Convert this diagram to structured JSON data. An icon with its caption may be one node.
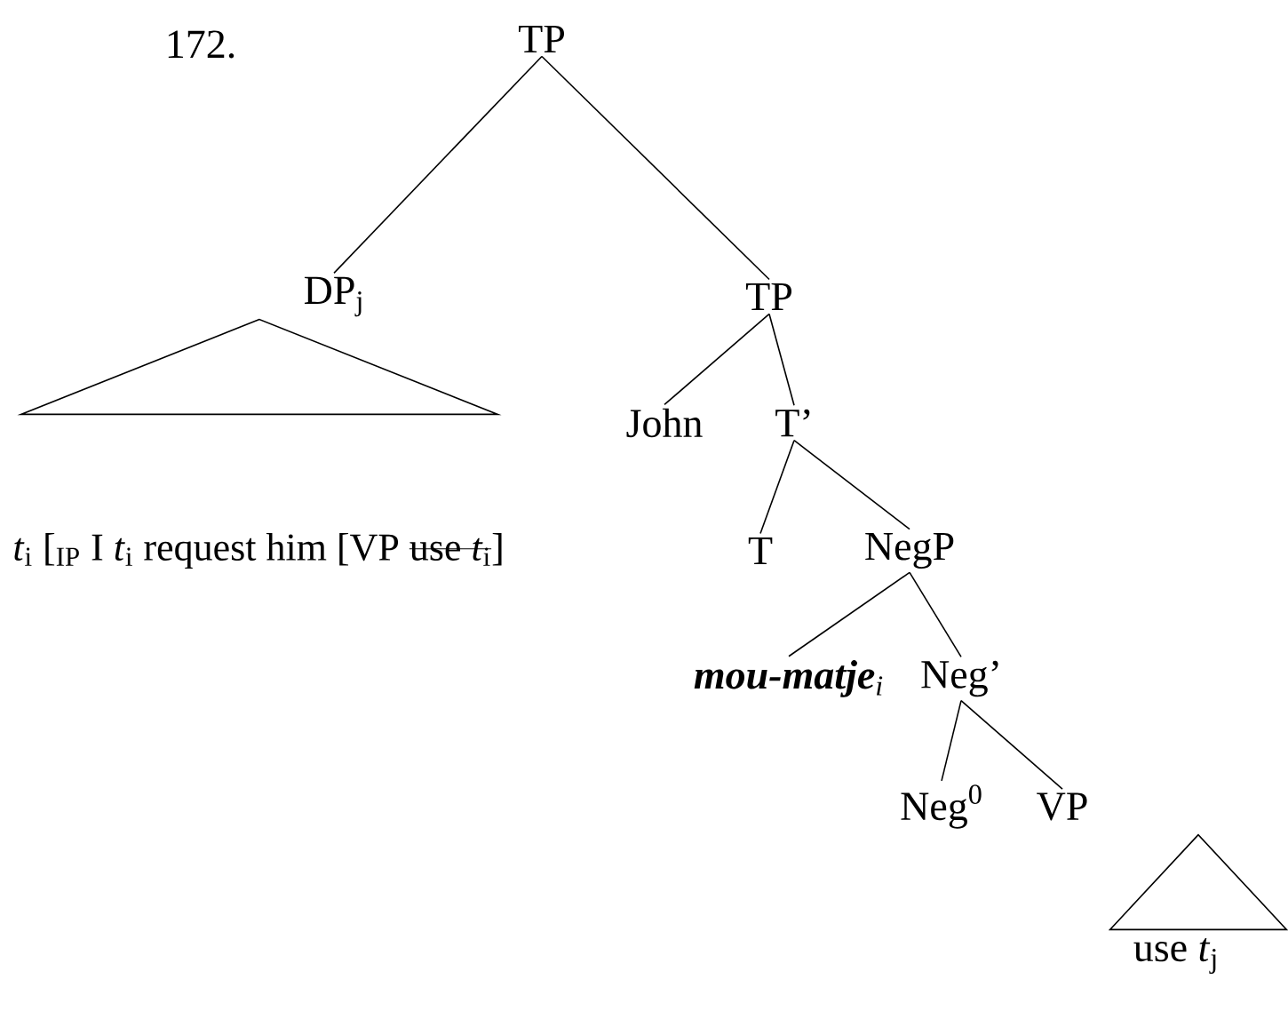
{
  "diagram": {
    "nodes": [
      {
        "text": [
          "TP"
        ]
      },
      {
        "text": [
          "DP$_{j}$"
        ]
      },
      {
        "text": [
          "TP"
        ]
      },
      {
        "text": [
          "John"
        ]
      },
      {
        "text": [
          "T’"
        ]
      },
      {
        "text": [
          "T"
        ]
      },
      {
        "text": [
          "NegP"
        ]
      },
      {
        "text": [
          "**mou-matje**$_{i}$"
        ]
      },
      {
        "text": [
          "Neg’"
        ]
      },
      {
        "text": [
          "Neg$^{0}$"
        ]
      },
      {
        "text": [
          "VP"
        ]
      },
      {
        "text": [
          "*t*$_{i}$ [$_{IP}$ I *t*$_{i}$ request him [VP",
          "use *t*$_{i}$",
          "]"
        ]
      },
      {
        "text": [
          "use *t*$_{j}$"
        ]
      },
      {
        "text": [],
        "shape": "triangle"
      },
      {
        "text": [],
        "shape": "triangle"
      }
    ],
    "edges": [
      {
        "from": 0,
        "to": 1,
        "arrow": "none"
      },
      {
        "from": 0,
        "to": 2,
        "arrow": "none"
      },
      {
        "from": 2,
        "to": 3,
        "arrow": "none"
      },
      {
        "from": 2,
        "to": 4,
        "arrow": "none"
      },
      {
        "from": 4,
        "to": 5,
        "arrow": "none"
      },
      {
        "from": 4,
        "to": 6,
        "arrow": "none"
      },
      {
        "from": 6,
        "to": 7,
        "arrow": "none"
      },
      {
        "from": 6,
        "to": 8,
        "arrow": "none"
      },
      {
        "from": 8,
        "to": 9,
        "arrow": "none"
      },
      {
        "from": 8,
        "to": 10,
        "arrow": "none"
      }
    ],
    "labels": [
      "172."
    ]
  }
}
